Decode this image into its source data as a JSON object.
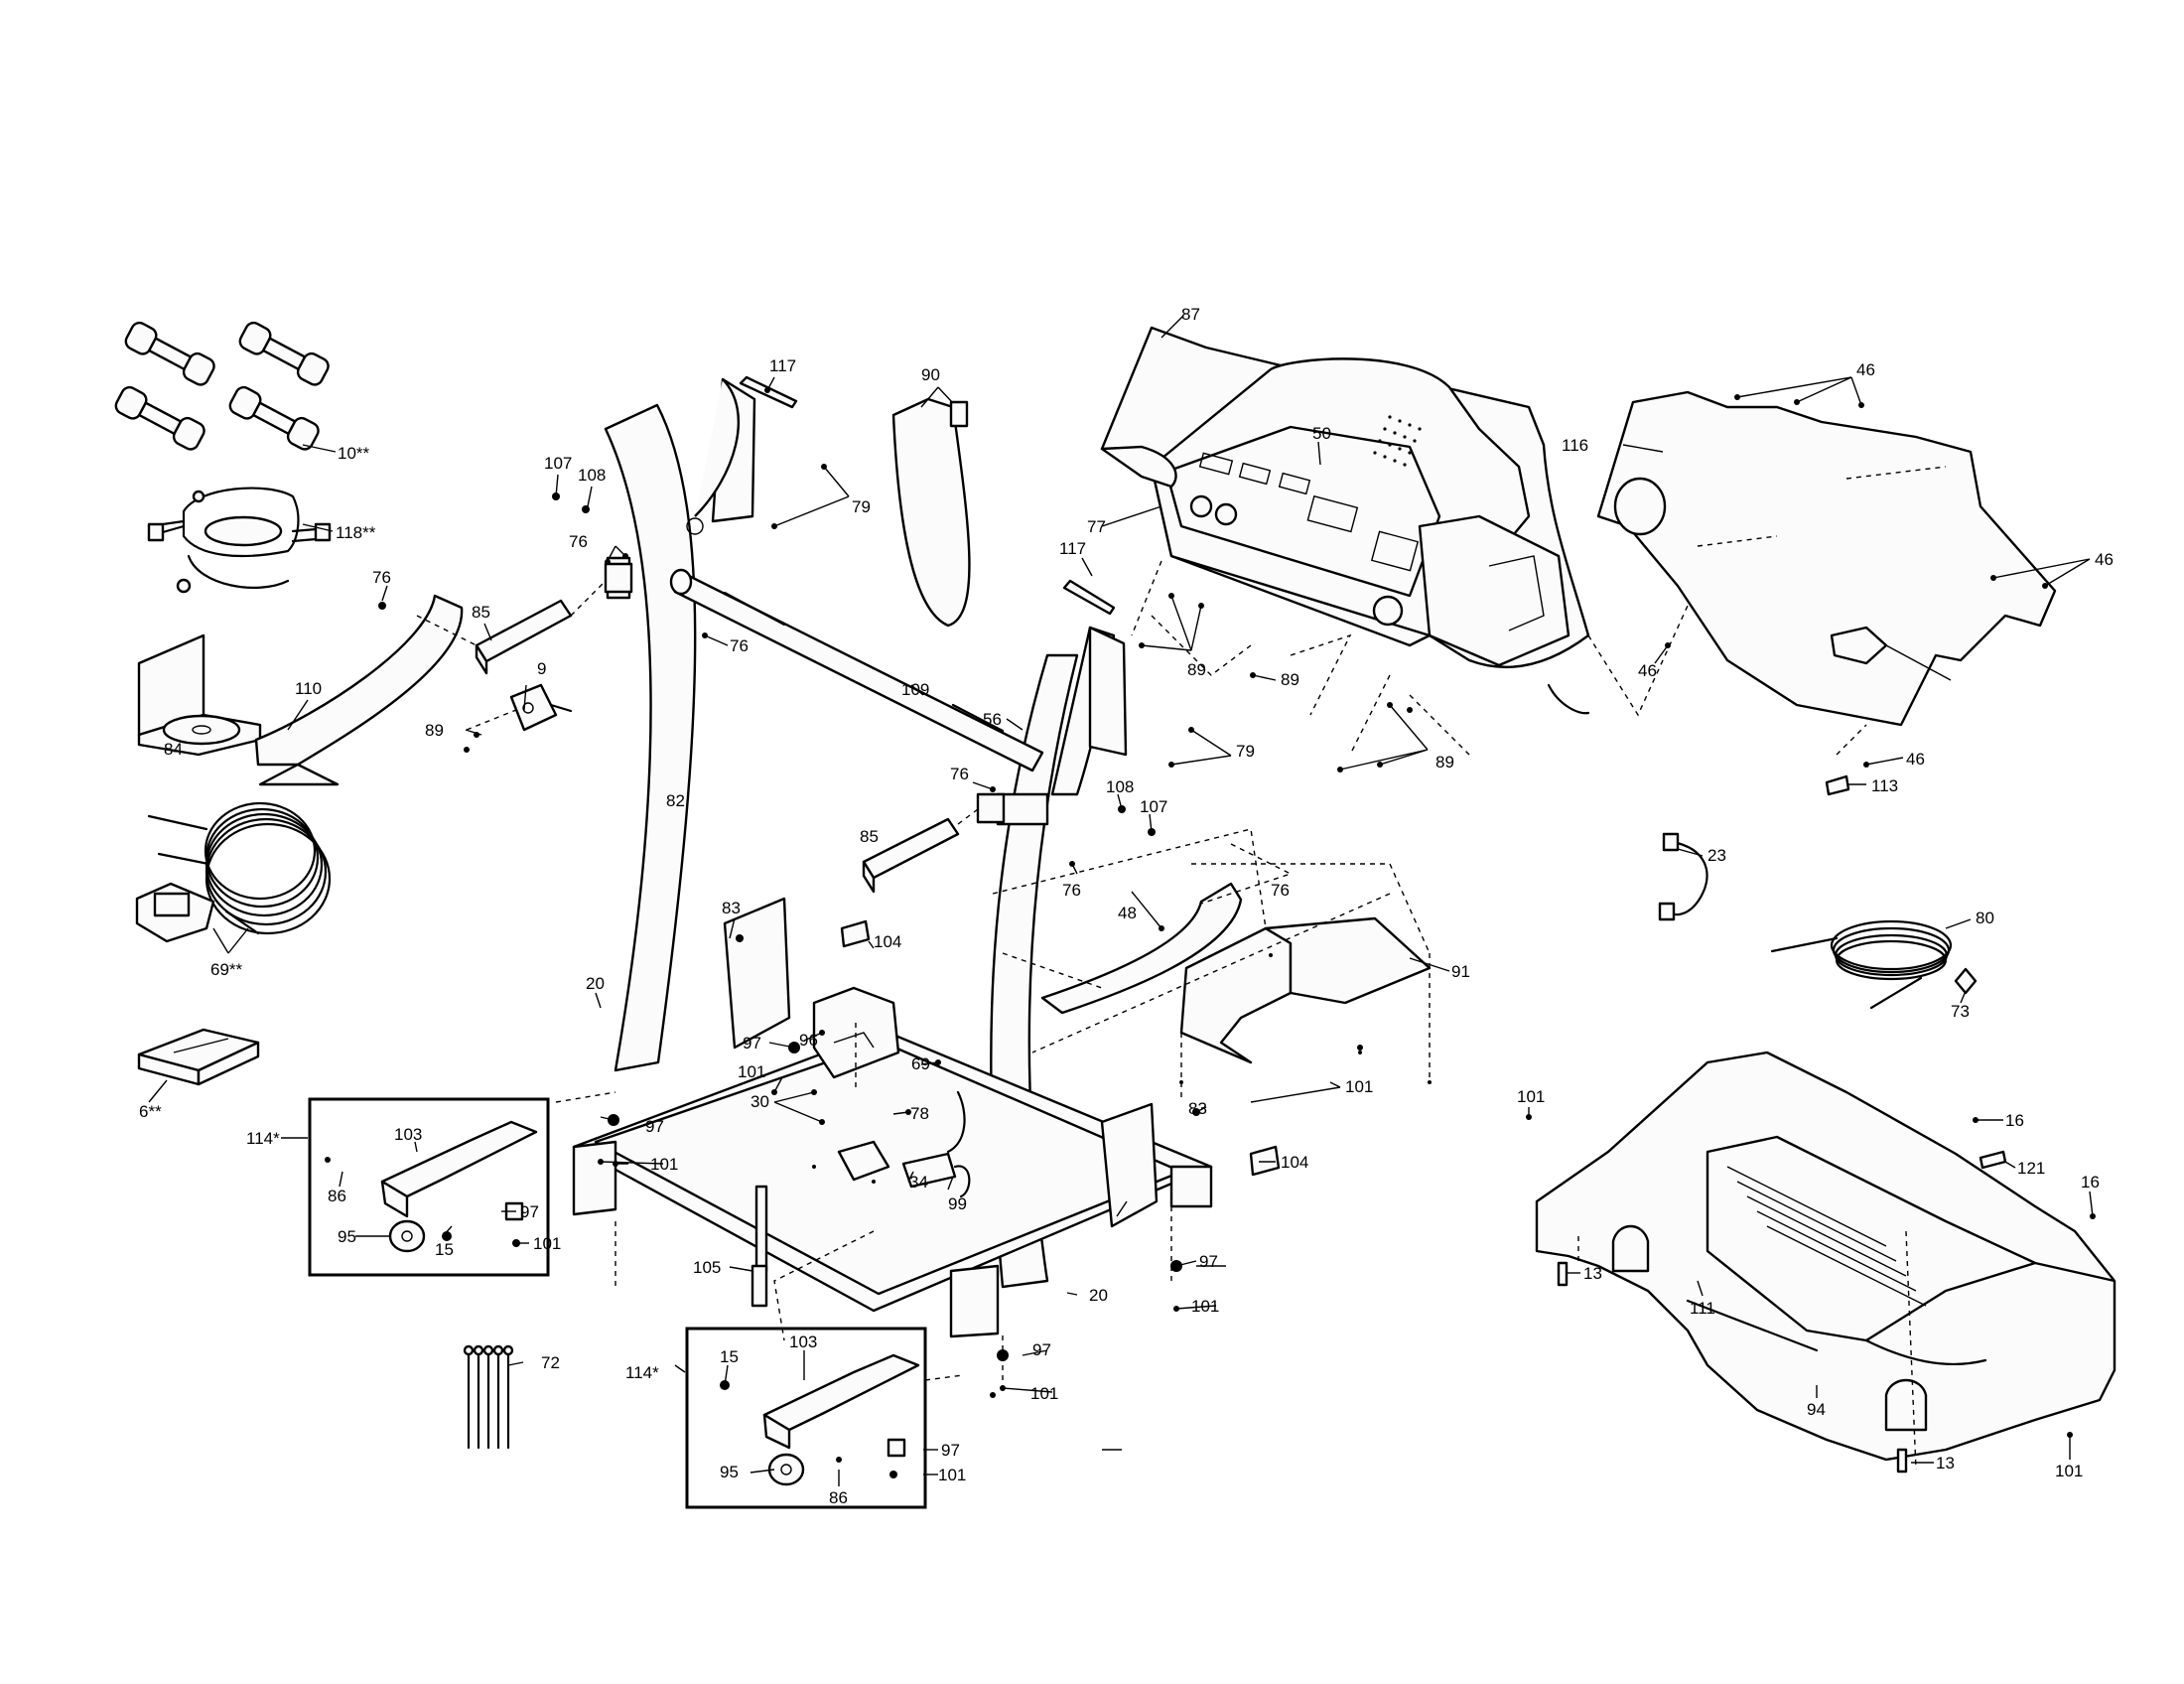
{
  "callouts": [
    {
      "id": "c10",
      "text": "10**"
    },
    {
      "id": "c118",
      "text": "118**"
    },
    {
      "id": "c76a",
      "text": "76"
    },
    {
      "id": "c110",
      "text": "110"
    },
    {
      "id": "c84",
      "text": "84"
    },
    {
      "id": "c69",
      "text": "69**"
    },
    {
      "id": "c6",
      "text": "6**"
    },
    {
      "id": "c107a",
      "text": "107"
    },
    {
      "id": "c108a",
      "text": "108"
    },
    {
      "id": "c76b",
      "text": "76"
    },
    {
      "id": "c85a",
      "text": "85"
    },
    {
      "id": "c9",
      "text": "9"
    },
    {
      "id": "c89a",
      "text": "89"
    },
    {
      "id": "c76c",
      "text": "76"
    },
    {
      "id": "c82",
      "text": "82"
    },
    {
      "id": "c117a",
      "text": "117"
    },
    {
      "id": "c79a",
      "text": "79"
    },
    {
      "id": "c90",
      "text": "90"
    },
    {
      "id": "c109",
      "text": "109"
    },
    {
      "id": "c56",
      "text": "56"
    },
    {
      "id": "c76d",
      "text": "76"
    },
    {
      "id": "c85b",
      "text": "85"
    },
    {
      "id": "c76e",
      "text": "76"
    },
    {
      "id": "c108b",
      "text": "108"
    },
    {
      "id": "c107b",
      "text": "107"
    },
    {
      "id": "c117b",
      "text": "117"
    },
    {
      "id": "c79b",
      "text": "79"
    },
    {
      "id": "c87",
      "text": "87"
    },
    {
      "id": "c50",
      "text": "50"
    },
    {
      "id": "c77",
      "text": "77"
    },
    {
      "id": "c89b",
      "text": "89"
    },
    {
      "id": "c89c",
      "text": "89"
    },
    {
      "id": "c89d",
      "text": "89"
    },
    {
      "id": "c46a",
      "text": "46"
    },
    {
      "id": "c116",
      "text": "116"
    },
    {
      "id": "c46b",
      "text": "46"
    },
    {
      "id": "c46c",
      "text": "46"
    },
    {
      "id": "c46d",
      "text": "46"
    },
    {
      "id": "c113",
      "text": "113"
    },
    {
      "id": "c23",
      "text": "23"
    },
    {
      "id": "c80",
      "text": "80"
    },
    {
      "id": "c73",
      "text": "73"
    },
    {
      "id": "c83a",
      "text": "83"
    },
    {
      "id": "c104a",
      "text": "104"
    },
    {
      "id": "c48",
      "text": "48"
    },
    {
      "id": "c76f",
      "text": "76"
    },
    {
      "id": "c91",
      "text": "91"
    },
    {
      "id": "c20a",
      "text": "20"
    },
    {
      "id": "c97a",
      "text": "97"
    },
    {
      "id": "c96",
      "text": "96"
    },
    {
      "id": "c101a",
      "text": "101"
    },
    {
      "id": "c69b",
      "text": "69"
    },
    {
      "id": "c30",
      "text": "30"
    },
    {
      "id": "c78",
      "text": "78"
    },
    {
      "id": "c97b",
      "text": "97"
    },
    {
      "id": "c101b",
      "text": "101"
    },
    {
      "id": "c34",
      "text": "34"
    },
    {
      "id": "c99",
      "text": "99"
    },
    {
      "id": "c83b",
      "text": "83"
    },
    {
      "id": "c104b",
      "text": "104"
    },
    {
      "id": "c101c",
      "text": "101"
    },
    {
      "id": "c114a",
      "text": "114*"
    },
    {
      "id": "c103a",
      "text": "103"
    },
    {
      "id": "c86a",
      "text": "86"
    },
    {
      "id": "c97c",
      "text": "97"
    },
    {
      "id": "c95a",
      "text": "95"
    },
    {
      "id": "c15a",
      "text": "15"
    },
    {
      "id": "c101d",
      "text": "101"
    },
    {
      "id": "c105",
      "text": "105"
    },
    {
      "id": "c97d",
      "text": "97"
    },
    {
      "id": "c101e",
      "text": "101"
    },
    {
      "id": "c20b",
      "text": "20"
    },
    {
      "id": "c97e",
      "text": "97"
    },
    {
      "id": "c101f",
      "text": "101"
    },
    {
      "id": "c72",
      "text": "72"
    },
    {
      "id": "c114b",
      "text": "114*"
    },
    {
      "id": "c15b",
      "text": "15"
    },
    {
      "id": "c103b",
      "text": "103"
    },
    {
      "id": "c97f",
      "text": "97"
    },
    {
      "id": "c95b",
      "text": "95"
    },
    {
      "id": "c101g",
      "text": "101"
    },
    {
      "id": "c86b",
      "text": "86"
    },
    {
      "id": "c101h",
      "text": "101"
    },
    {
      "id": "c16a",
      "text": "16"
    },
    {
      "id": "c121",
      "text": "121"
    },
    {
      "id": "c16b",
      "text": "16"
    },
    {
      "id": "c13a",
      "text": "13"
    },
    {
      "id": "c111",
      "text": "111"
    },
    {
      "id": "c94",
      "text": "94"
    },
    {
      "id": "c13b",
      "text": "13"
    },
    {
      "id": "c101i",
      "text": "101"
    }
  ]
}
